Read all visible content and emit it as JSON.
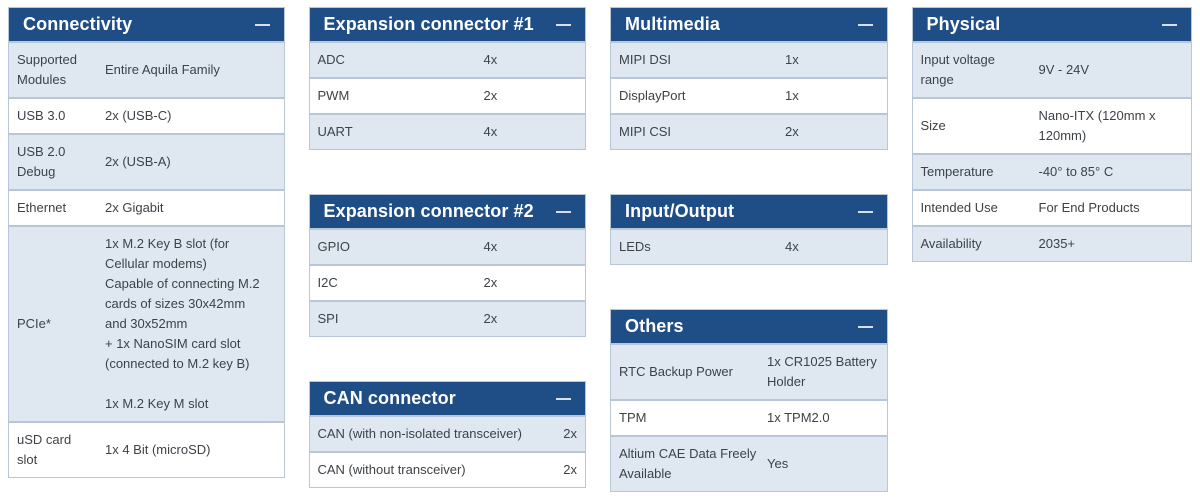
{
  "theme": {
    "header_bg": "#1f4e87",
    "header_text": "#ffffff",
    "row_alt_bg": "#dfe8f1",
    "row_bg": "#ffffff",
    "border": "#b7c7d7",
    "text": "#3d4247",
    "minus": "#d9e0ea"
  },
  "cards": {
    "connectivity": {
      "title": "Connectivity",
      "collapse_icon": "minus-icon",
      "rows": [
        {
          "label": "Supported\nModules",
          "value": "Entire Aquila Family"
        },
        {
          "label": "USB 3.0",
          "value": "2x (USB-C)"
        },
        {
          "label": "USB 2.0\nDebug",
          "value": "2x (USB-A)"
        },
        {
          "label": "Ethernet",
          "value": "2x Gigabit"
        },
        {
          "label": "PCIe*",
          "value": "1x M.2 Key B slot (for\nCellular modems)\nCapable of connecting M.2\ncards of sizes 30x42mm\nand 30x52mm\n+ 1x NanoSIM card slot\n(connected to M.2 key B)\n\n1x M.2 Key M slot"
        },
        {
          "label": "uSD card\nslot",
          "value": "1x 4 Bit (microSD)"
        }
      ]
    },
    "expansion1": {
      "title": "Expansion connector #1",
      "collapse_icon": "minus-icon",
      "rows": [
        {
          "label": "ADC",
          "value": "4x"
        },
        {
          "label": "PWM",
          "value": "2x"
        },
        {
          "label": "UART",
          "value": "4x"
        }
      ]
    },
    "expansion2": {
      "title": "Expansion connector #2",
      "collapse_icon": "minus-icon",
      "rows": [
        {
          "label": "GPIO",
          "value": "4x"
        },
        {
          "label": "I2C",
          "value": "2x"
        },
        {
          "label": "SPI",
          "value": "2x"
        }
      ]
    },
    "can": {
      "title": "CAN connector",
      "collapse_icon": "minus-icon",
      "rows": [
        {
          "label": "CAN (with non-isolated transceiver)",
          "value": "2x"
        },
        {
          "label": "CAN (without transceiver)",
          "value": "2x"
        }
      ]
    },
    "multimedia": {
      "title": "Multimedia",
      "collapse_icon": "minus-icon",
      "rows": [
        {
          "label": "MIPI DSI",
          "value": "1x"
        },
        {
          "label": "DisplayPort",
          "value": "1x"
        },
        {
          "label": "MIPI CSI",
          "value": "2x"
        }
      ]
    },
    "io": {
      "title": "Input/Output",
      "collapse_icon": "minus-icon",
      "rows": [
        {
          "label": "LEDs",
          "value": "4x"
        }
      ]
    },
    "others": {
      "title": "Others",
      "collapse_icon": "minus-icon",
      "rows": [
        {
          "label": "RTC Backup Power",
          "value": "1x CR1025 Battery\nHolder"
        },
        {
          "label": "TPM",
          "value": "1x TPM2.0"
        },
        {
          "label": "Altium CAE Data Freely\nAvailable",
          "value": "Yes"
        }
      ]
    },
    "physical": {
      "title": "Physical",
      "collapse_icon": "minus-icon",
      "rows": [
        {
          "label": "Input voltage\nrange",
          "value": "9V - 24V"
        },
        {
          "label": "Size",
          "value": "Nano-ITX (120mm x\n120mm)"
        },
        {
          "label": "Temperature",
          "value": "-40° to 85° C"
        },
        {
          "label": "Intended Use",
          "value": "For End Products"
        },
        {
          "label": "Availability",
          "value": "2035+"
        }
      ]
    }
  }
}
